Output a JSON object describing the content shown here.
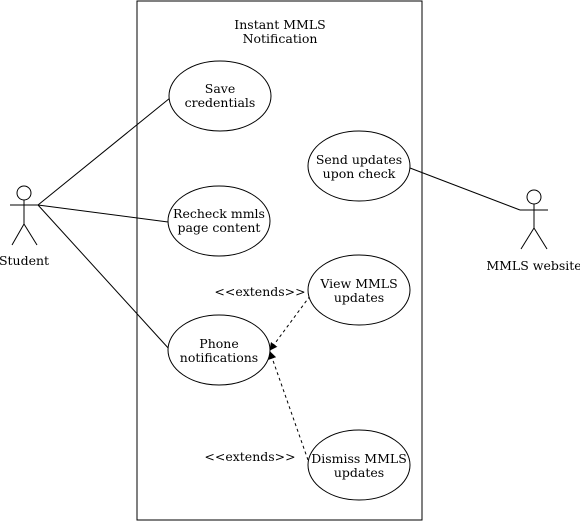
{
  "system": {
    "title_line1": "Instant MMLS",
    "title_line2": "Notification"
  },
  "actors": {
    "student": "Student",
    "website": "MMLS website"
  },
  "use_cases": {
    "save": [
      "Save",
      "credentials"
    ],
    "recheck": [
      "Recheck mmls",
      "page content"
    ],
    "phone": [
      "Phone",
      "notifications"
    ],
    "send": [
      "Send updates",
      "upon check"
    ],
    "view": [
      "View MMLS",
      "updates"
    ],
    "dismiss": [
      "Dismiss MMLS",
      "updates"
    ]
  },
  "relationships": {
    "extends_label_1": "<<extends>>",
    "extends_label_2": "<<extends>>"
  }
}
